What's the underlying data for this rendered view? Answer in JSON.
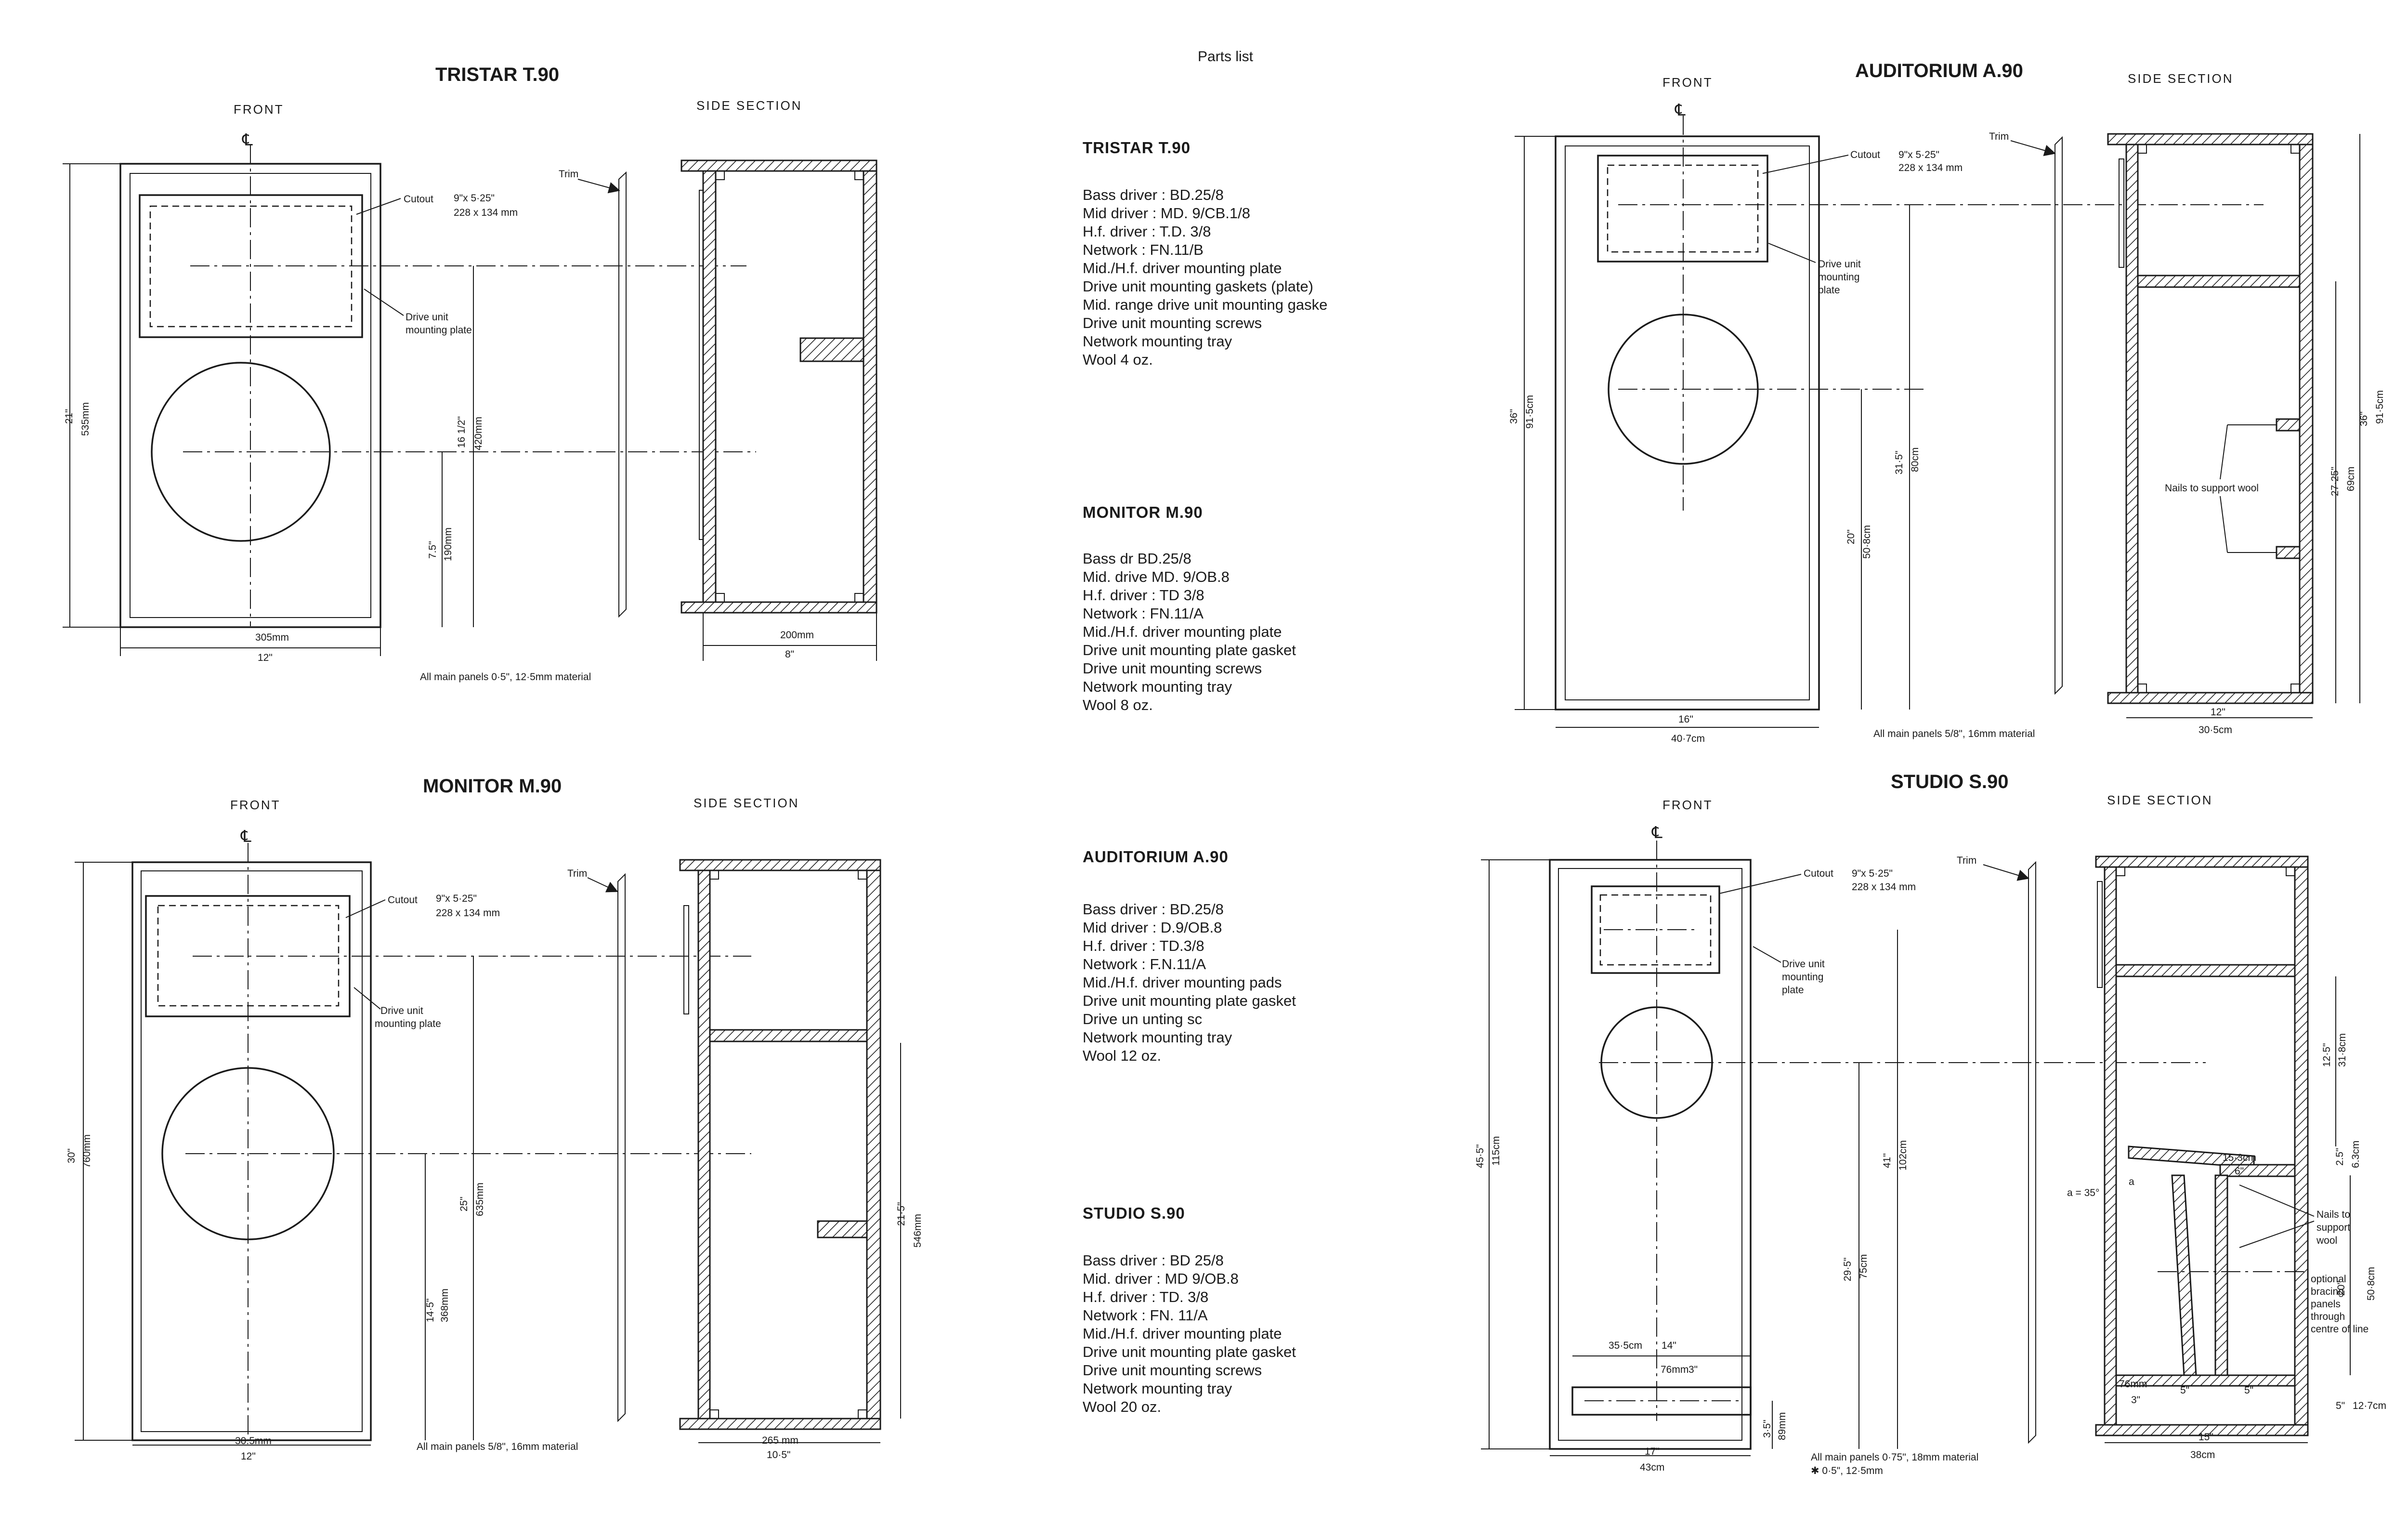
{
  "parts_list": {
    "heading": "Parts list",
    "tristar": {
      "title": "TRISTAR T.90",
      "items": [
        "Bass driver : BD.25/8",
        "Mid driver : MD. 9/CB.1/8",
        "H.f. driver : T.D. 3/8",
        "Network : FN.11/B",
        "Mid./H.f. driver mounting plate",
        "Drive unit mounting gaskets (plate)",
        "Mid. range drive unit mounting gaske",
        "Drive unit mounting screws",
        "Network mounting tray",
        "Wool 4 oz."
      ]
    },
    "monitor": {
      "title": "MONITOR M.90",
      "items": [
        "Bass dr BD.25/8",
        "Mid. drive MD. 9/OB.8",
        "H.f. driver : TD 3/8",
        "Network : FN.11/A",
        "Mid./H.f. driver mounting plate",
        "Drive unit mounting plate gasket",
        "Drive unit mounting screws",
        "Network mounting tray",
        "Wool 8 oz."
      ]
    },
    "auditorium": {
      "title": "AUDITORIUM A.90",
      "items": [
        "Bass driver : BD.25/8",
        "Mid driver : D.9/OB.8",
        "H.f. driver : TD.3/8",
        "Network : F.N.11/A",
        "Mid./H.f. driver mounting pads",
        "Drive unit mounting plate gasket",
        "Drive un unting sc",
        "Network mounting tray",
        "Wool 12 oz."
      ]
    },
    "studio": {
      "title": "STUDIO S.90",
      "items": [
        "Bass driver : BD 25/8",
        "Mid. driver : MD 9/OB.8",
        "H.f. driver : TD. 3/8",
        "Network : FN. 11/A",
        "Mid./H.f. driver mounting plate",
        "Drive unit mounting plate gasket",
        "Drive unit mounting screws",
        "Network mounting tray",
        "Wool 20 oz."
      ]
    }
  },
  "drawings": {
    "tristar": {
      "title": "TRISTAR T.90",
      "front_label": "FRONT",
      "side_label": "SIDE SECTION",
      "centre_mark": "℄",
      "trim_label": "Trim",
      "cutout_label": "Cutout",
      "cutout_size": "9\"x 5·25\"",
      "cutout_mm": "228 x 134 mm",
      "plate_label_1": "Drive unit",
      "plate_label_2": "mounting plate",
      "height_in": "21\"",
      "height_mm": "535mm",
      "dim_plate_in": "16 1/2\"",
      "dim_plate_mm": "420mm",
      "dim_bass_in": "7.5\"",
      "dim_bass_mm": "190mm",
      "width_mm": "305mm",
      "width_in": "12\"",
      "depth_mm": "200mm",
      "depth_in": "8\"",
      "panels_note": "All main panels  0·5\", 12·5mm material"
    },
    "monitor": {
      "title": "MONITOR M.90",
      "front_label": "FRONT",
      "side_label": "SIDE SECTION",
      "centre_mark": "℄",
      "trim_label": "Trim",
      "cutout_label": "Cutout",
      "cutout_size": "9\"x 5·25\"",
      "cutout_mm": "228 x 134 mm",
      "plate_label_1": "Drive unit",
      "plate_label_2": "mounting plate",
      "height_in": "30\"",
      "height_mm": "760mm",
      "dim_plate_in": "25\"",
      "dim_plate_mm": "635mm",
      "dim_bass_in": "14·5\"",
      "dim_bass_mm": "368mm",
      "dim_side_in": "21·5\"",
      "dim_side_mm": "546mm",
      "width_mm": "30.5mm",
      "width_in": "12\"",
      "depth_mm": "265 mm",
      "depth_in": "10·5\"",
      "panels_note": "All main panels 5/8\", 16mm material"
    },
    "auditorium": {
      "title": "AUDITORIUM A.90",
      "front_label": "FRONT",
      "side_label": "SIDE  SECTION",
      "centre_mark": "℄",
      "trim_label": "Trim",
      "cutout_label": "Cutout",
      "cutout_size": "9\"x 5·25\"",
      "cutout_mm": "228 x 134 mm",
      "plate_label_1": "Drive unit",
      "plate_label_2": "mounting",
      "plate_label_3": "plate",
      "height_in": "36\"",
      "height_mm": "91·5cm",
      "dim_plate_in": "31·5\"",
      "dim_plate_mm": "80cm",
      "dim_bass_in": "20\"",
      "dim_bass_mm": "50·8cm",
      "side_height_in": "36\"",
      "side_height_mm": "91·5cm",
      "dim_side_in": "27·25\"",
      "dim_side_mm": "69cm",
      "nails_label": "Nails  to  support wool",
      "width_in": "16\"",
      "width_cm": "40·7cm",
      "depth_in": "12\"",
      "depth_cm": "30·5cm",
      "panels_note": "All main panels 5/8\", 16mm material"
    },
    "studio": {
      "title": "STUDIO S.90",
      "front_label": "FRONT",
      "side_label": "SIDE  SECTION",
      "centre_mark": "℄",
      "trim_label": "Trim",
      "cutout_label": "Cutout",
      "cutout_size": "9\"x 5·25\"",
      "cutout_mm": "228 x 134 mm",
      "plate_label_1": "Drive unit",
      "plate_label_2": "mounting",
      "plate_label_3": "plate",
      "height_in": "45·5\"",
      "height_cm": "115cm",
      "dim_plate_in": "41\"",
      "dim_plate_cm": "102cm",
      "dim_bass_in": "29·5\"",
      "dim_bass_cm": "75cm",
      "port_w_cm": "35·5cm",
      "port_w_in": "14\"",
      "port_h_cm": "76mm",
      "port_h_in": "3\"",
      "port_off_in": "3·5\"",
      "port_off_mm": "89mm",
      "width_in": "17\"",
      "width_cm": "43cm",
      "depth_in": "15\"",
      "depth_cm": "38cm",
      "dim_upper_in": "12·5\"",
      "dim_upper_cm": "31·8cm",
      "dim_a_in": "2.5\"",
      "dim_a_cm": "6.3cm",
      "dim_mid_in": "20\"",
      "dim_mid_cm": "50·8cm",
      "dim_low_in": "5\"",
      "dim_low_cm": "12·7cm",
      "shelf_cm": "15·3cm",
      "shelf_in": "6\"",
      "angle_label": "a = 35°",
      "a_mark": "a",
      "nails_label_1": "Nails to",
      "nails_label_2": "support",
      "nails_label_3": "wool",
      "brace_1": "optional",
      "brace_2": "bracing",
      "brace_3": "panels",
      "brace_4": "through",
      "brace_5": "centre of line",
      "base_76": "76mm",
      "base_3": "3\"",
      "base_5a": "5\"",
      "base_5b": "5\"",
      "panels_note_1": "All main panels 0·75\", 18mm material",
      "panels_note_2": "✱ 0·5\", 12·5mm"
    }
  }
}
